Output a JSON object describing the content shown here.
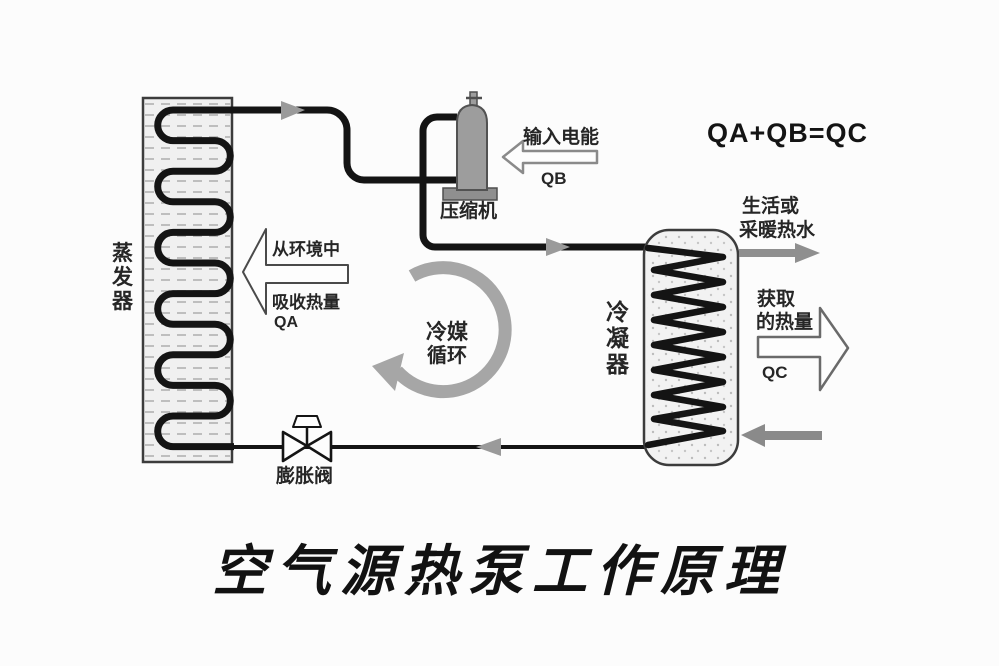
{
  "title": "空气源热泵工作原理",
  "formula": "QA+QB=QC",
  "evaporator": {
    "label": "蒸发器",
    "chars": [
      "蒸",
      "发",
      "器"
    ]
  },
  "condenser": {
    "label": "冷凝器",
    "chars": [
      "冷",
      "凝",
      "器"
    ]
  },
  "compressor": {
    "label": "压缩机"
  },
  "expansion_valve": {
    "label": "膨胀阀"
  },
  "refrigerant_cycle": {
    "line1": "冷媒",
    "line2": "循环"
  },
  "heat_absorbed": {
    "line1": "从环境中",
    "line2": "吸收热量",
    "line3": "QA"
  },
  "electric_input": {
    "line1": "输入电能",
    "line2": "QB"
  },
  "water_output": {
    "line1": "生活或",
    "line2": "采暖热水"
  },
  "heat_output": {
    "line1": "获取",
    "line2": "的热量",
    "line3": "QC"
  },
  "colors": {
    "pipe": "#141414",
    "arrowhead_gray": "#9a9a9a",
    "cycle_arrow_gray": "#a6a6a6",
    "component_gray": "#9d9d9d",
    "background": "#fcfcfc"
  }
}
